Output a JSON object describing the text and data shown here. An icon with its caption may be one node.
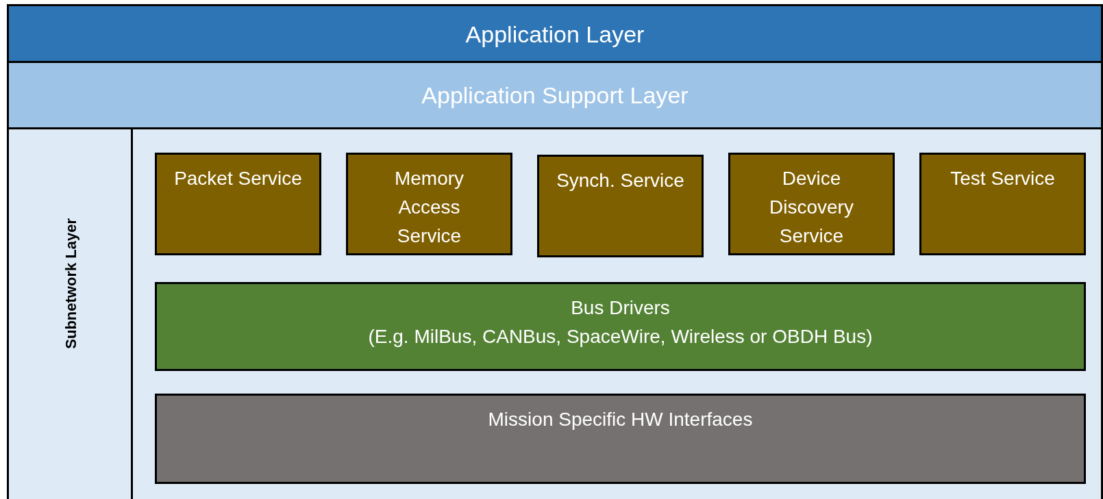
{
  "diagram": {
    "nodes": [
      {
        "text": [
          "Application Layer"
        ]
      },
      {
        "text": [
          "Application Support Layer"
        ]
      },
      {
        "text": [
          "Subnetwork Layer"
        ]
      },
      {
        "text": [
          "Packet Service"
        ],
        "in": 2
      },
      {
        "text": [
          "Memory Access Service"
        ],
        "in": 2
      },
      {
        "text": [
          "Synch. Service"
        ],
        "in": 2
      },
      {
        "text": [
          "Device Discovery Service"
        ],
        "in": 2
      },
      {
        "text": [
          "Test Service"
        ],
        "in": 2
      },
      {
        "text": [
          "Bus Drivers",
          "(E.g. MilBus, CANBus, SpaceWire, Wireless or OBDH Bus)"
        ],
        "in": 2
      },
      {
        "text": [
          "Mission Specific HW Interfaces"
        ],
        "in": 2
      }
    ]
  }
}
